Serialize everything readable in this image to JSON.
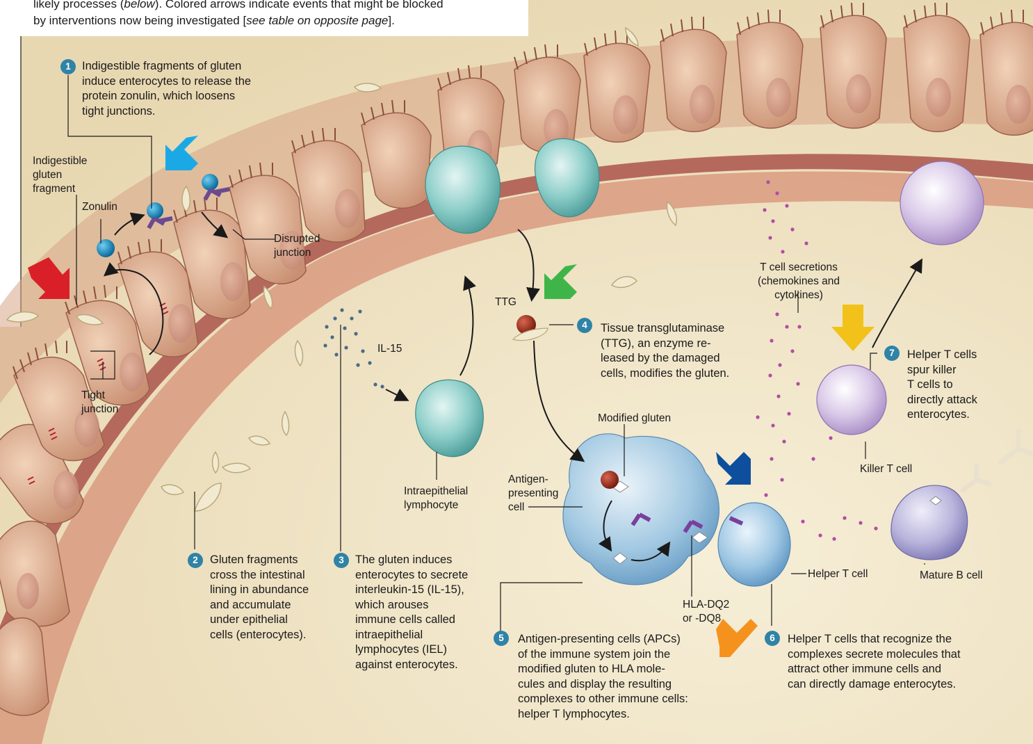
{
  "intro": {
    "line1_plain": "likely processes (",
    "line1_italic": "below",
    "line1_rest": "). Colored arrows indicate events that might be blocked",
    "line2_plain": "by interventions now being investigated [",
    "line2_italic": "see table on opposite page",
    "line2_rest": "]."
  },
  "labels": {
    "gluten_fragment": "Indigestible\ngluten\nfragment",
    "zonulin": "Zonulin",
    "disrupted_junction": "Disrupted\njunction",
    "tight_junction": "Tight\njunction",
    "il15": "IL-15",
    "iel": "Intraepithelial\nlymphocyte",
    "ttg": "TTG",
    "t_cell_secretions": "T cell secretions\n(chemokines and\ncytokines)",
    "modified_gluten": "Modified gluten",
    "apc": "Antigen-\npresenting\ncell",
    "hla": "HLA-DQ2\nor -DQ8",
    "helper_t": "Helper T cell",
    "killer_t": "Killer T cell",
    "mature_b": "Mature B cell"
  },
  "steps": [
    {
      "num": "1",
      "text": "Indigestible fragments of gluten\ninduce enterocytes to release the\nprotein zonulin, which loosens\ntight junctions."
    },
    {
      "num": "2",
      "text": "Gluten fragments\ncross the intestinal\nlining in abundance\nand accumulate\nunder epithelial\ncells (enterocytes)."
    },
    {
      "num": "3",
      "text": "The gluten induces\nenterocytes to secrete\ninterleukin-15 (IL-15),\nwhich arouses\nimmune cells called\nintraepithelial\nlymphocytes (IEL)\nagainst enterocytes."
    },
    {
      "num": "4",
      "text": "Tissue transglutaminase\n(TTG), an enzyme re-\nleased by the damaged\ncells, modifies the gluten."
    },
    {
      "num": "5",
      "text": "Antigen-presenting cells (APCs)\nof the immune system join the\nmodified gluten to HLA mole-\ncules and display the resulting\ncomplexes to other immune cells:\nhelper T lymphocytes."
    },
    {
      "num": "6",
      "text": "Helper T cells that recognize the\ncomplexes secrete molecules that\nattract other immune cells and\ncan directly damage enterocytes."
    },
    {
      "num": "7",
      "text": "Helper T cells\nspur killer\nT cells to\ndirectly attack\nenterocytes."
    }
  ],
  "arrow_colors": {
    "red": "#d92028",
    "light_blue": "#1ba9e6",
    "green": "#3fb549",
    "dark_blue": "#0d4f9c",
    "yellow": "#f2c21a",
    "orange": "#f5921e"
  }
}
